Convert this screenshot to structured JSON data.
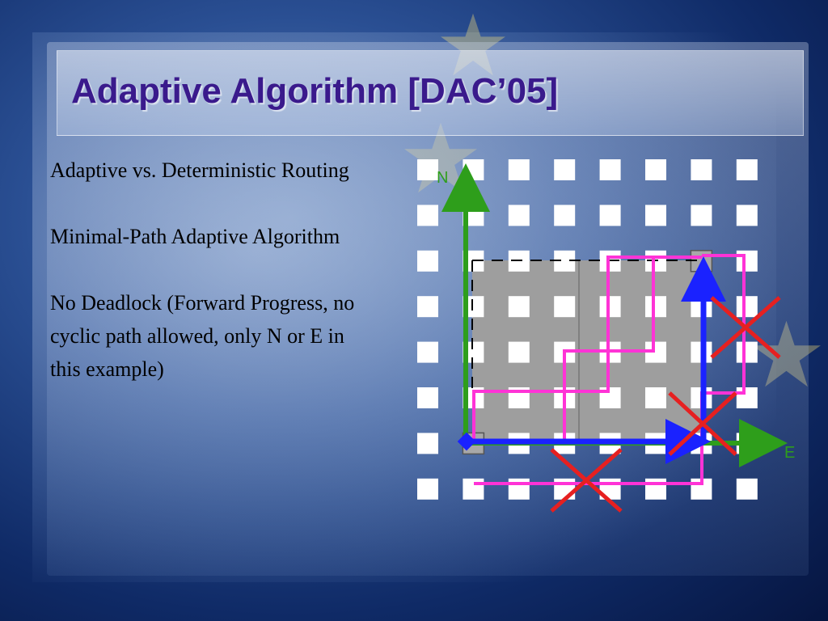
{
  "slide": {
    "title": "Adaptive Algorithm [DAC’05]"
  },
  "bullets": [
    "Adaptive vs. Deterministic Routing",
    "Minimal-Path Adaptive Algorithm",
    "No Deadlock (Forward Progress, no cyclic path allowed, only N or E in this example)"
  ],
  "diagram": {
    "grid": {
      "columns": 8,
      "rows": 8
    },
    "source": {
      "col": 1,
      "row": 6
    },
    "destination": {
      "col": 6,
      "row": 2
    },
    "north_label": "N",
    "east_label": "E",
    "colors": {
      "axis": "#2e9e1b",
      "route": "#1a22ff",
      "adaptive_paths": "#ff33d6",
      "forbidden": "#e62020",
      "minimal_region": "#9e9e9e",
      "node": "#ffffff"
    }
  }
}
